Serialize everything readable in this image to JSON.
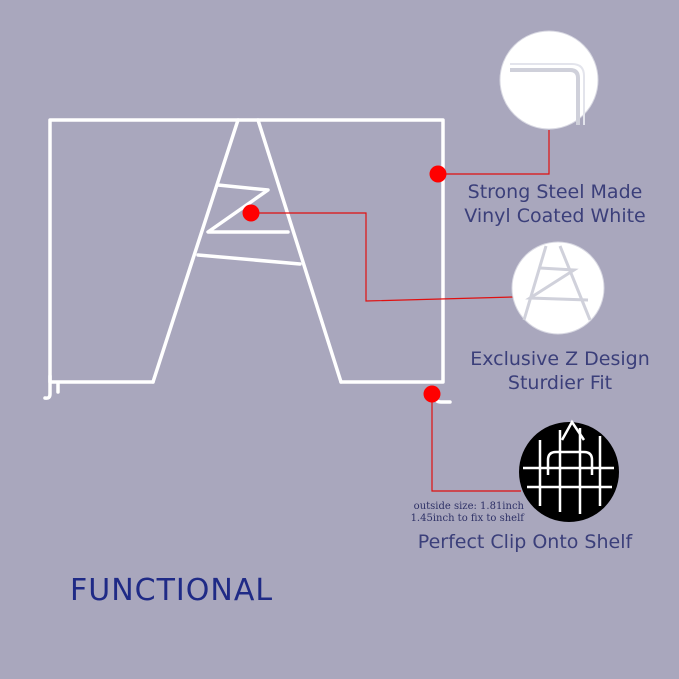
{
  "callouts": [
    {
      "line1": "Strong Steel Made",
      "line2": "Vinyl Coated White"
    },
    {
      "line1": "Exclusive Z Design",
      "line2": "Sturdier Fit"
    },
    {
      "line1": "Perfect Clip Onto Shelf",
      "line2": ""
    }
  ],
  "size_note": {
    "line1": "outside size: 1.81inch",
    "line2": "1.45inch to fix to shelf"
  },
  "brand_text": "FUNCTIONAL",
  "colors": {
    "background": "#a9a7bd",
    "wire": "#ffffff",
    "marker": "#ff0000",
    "leader_line": "#e01010",
    "label_text": "#3b3f7a",
    "brand_text": "#1f2a86"
  },
  "icons": [
    "wire-divider-illustration",
    "corner-closeup",
    "z-design-closeup",
    "shelf-clip-closeup"
  ]
}
